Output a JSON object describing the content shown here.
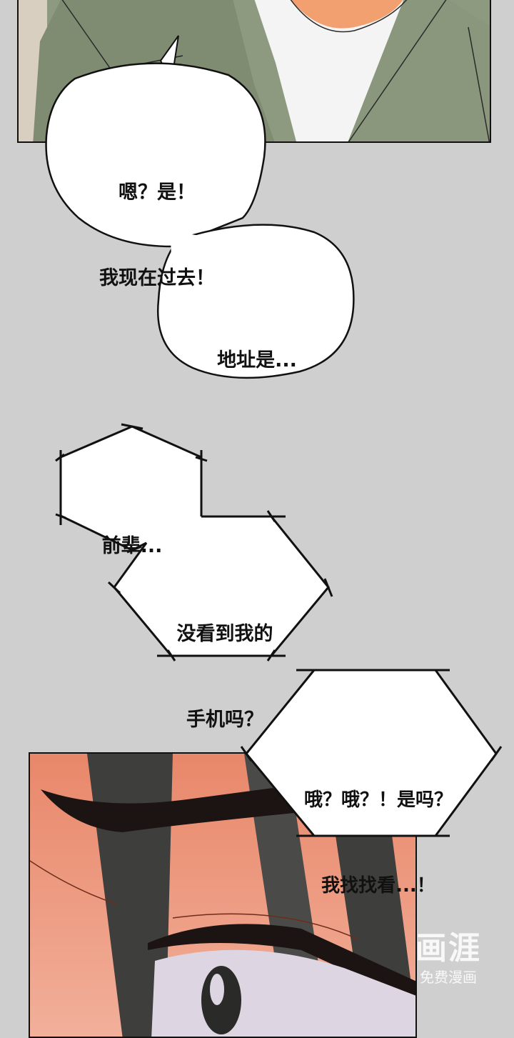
{
  "page": {
    "background": "#cfcfcf",
    "panels": [
      {
        "id": "top-panel",
        "description": "man in green jacket and white t-shirt",
        "colors": {
          "jacket": "#8d9a80",
          "shirt": "#f4f4f4",
          "skin": "#f2a070"
        }
      },
      {
        "id": "bottom-panel",
        "description": "close-up of eyes and dark hair",
        "colors": {
          "skin": "#e98f6e",
          "hair": "#3d3d3b",
          "eye_white": "#ddd6e2"
        }
      }
    ]
  },
  "bubbles": [
    {
      "id": "bubble-1",
      "shape": "round",
      "lines": [
        "嗯？是！",
        "我现在过去！"
      ]
    },
    {
      "id": "bubble-2",
      "shape": "round",
      "lines": [
        "地址是..."
      ]
    },
    {
      "id": "bubble-3",
      "shape": "hexagon",
      "lines": [
        "前辈..."
      ]
    },
    {
      "id": "bubble-4",
      "shape": "hexagon",
      "lines": [
        "没看到我的",
        "手机吗？"
      ]
    },
    {
      "id": "bubble-5",
      "shape": "hexagon",
      "lines": [
        "哦？哦？！是吗？",
        "我找找看...！"
      ]
    }
  ],
  "watermark": {
    "logo": "画涯",
    "tagline": "免费漫画"
  }
}
